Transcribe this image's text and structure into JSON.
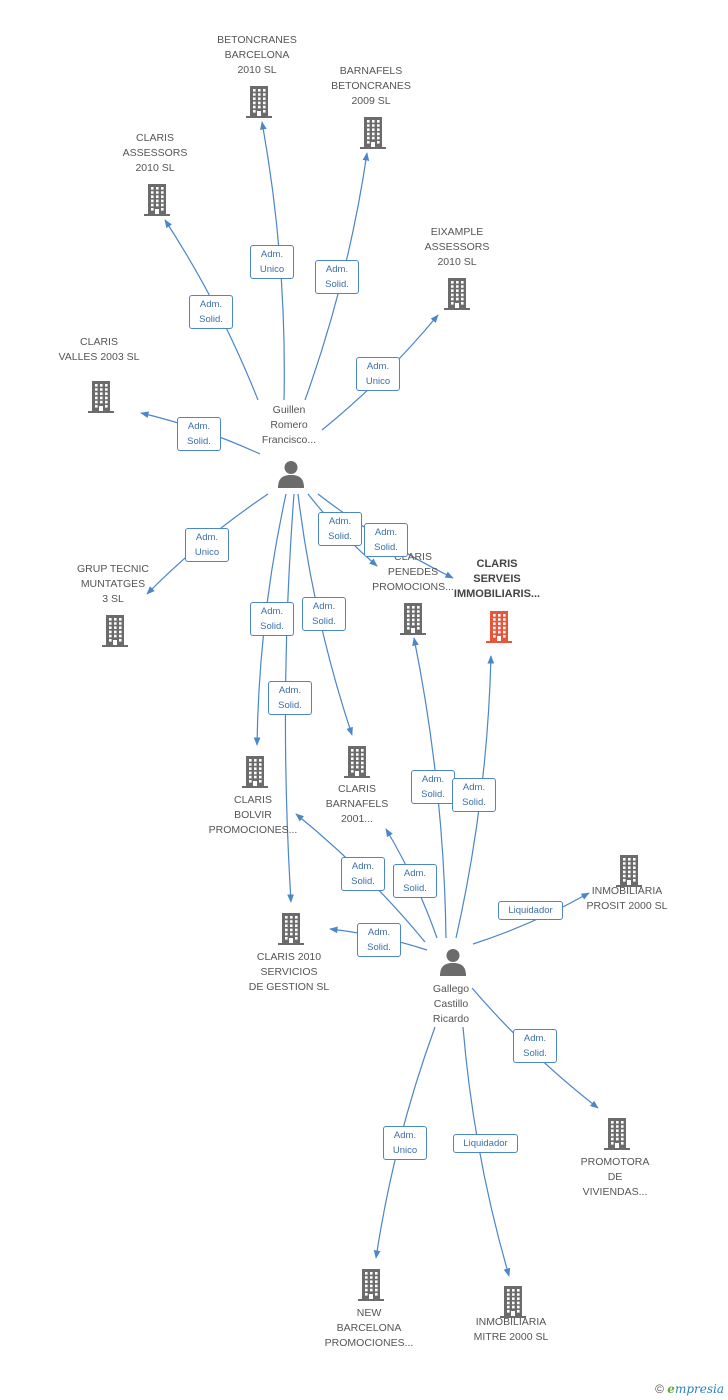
{
  "colors": {
    "edge": "#4a86c8",
    "company_icon": "#6b6b6b",
    "highlight_icon": "#e8563a",
    "person_icon": "#6b6b6b"
  },
  "nodes": [
    {
      "id": "betoncranes",
      "type": "company",
      "label": "BETONCRANES\nBARCELONA\n2010 SL"
    },
    {
      "id": "barnafels_beton",
      "type": "company",
      "label": "BARNAFELS\nBETONCRANES\n2009 SL"
    },
    {
      "id": "claris_assessors",
      "type": "company",
      "label": "CLARIS\nASSESSORS\n2010 SL"
    },
    {
      "id": "eixample",
      "type": "company",
      "label": "EIXAMPLE\nASSESSORS\n2010 SL"
    },
    {
      "id": "claris_valles",
      "type": "company",
      "label": "CLARIS\nVALLES 2003 SL"
    },
    {
      "id": "guillen",
      "type": "person",
      "label": "Guillen\nRomero\nFrancisco..."
    },
    {
      "id": "grup_tecnic",
      "type": "company",
      "label": "GRUP TECNIC\nMUNTATGES\n3 SL"
    },
    {
      "id": "claris_penedes",
      "type": "company",
      "label": "CLARIS\nPENEDES\nPROMOCIONS..."
    },
    {
      "id": "claris_serveis",
      "type": "company",
      "highlight": true,
      "label": "CLARIS\nSERVEIS\nIMMOBILIARIS..."
    },
    {
      "id": "claris_bolvir",
      "type": "company",
      "label": "CLARIS\nBOLVIR\nPROMOCIONES..."
    },
    {
      "id": "claris_barnafels",
      "type": "company",
      "label": "CLARIS\nBARNAFELS\n2001..."
    },
    {
      "id": "inmob_prosit",
      "type": "company",
      "label": "INMOBILIARIA\nPROSIT 2000 SL"
    },
    {
      "id": "claris_2010",
      "type": "company",
      "label": "CLARIS 2010\nSERVICIOS\nDE GESTION SL"
    },
    {
      "id": "gallego",
      "type": "person",
      "label": "Gallego\nCastillo\nRicardo"
    },
    {
      "id": "promotora",
      "type": "company",
      "label": "PROMOTORA\nDE\nVIVIENDAS..."
    },
    {
      "id": "new_barcelona",
      "type": "company",
      "label": "NEW\nBARCELONA\nPROMOCIONES..."
    },
    {
      "id": "inmob_mitre",
      "type": "company",
      "label": "INMOBILIARIA\nMITRE 2000 SL"
    }
  ],
  "edges": [
    {
      "from": "guillen",
      "to": "betoncranes",
      "label": "Adm.\nUnico"
    },
    {
      "from": "guillen",
      "to": "barnafels_beton",
      "label": "Adm.\nSolid."
    },
    {
      "from": "guillen",
      "to": "claris_assessors",
      "label": "Adm.\nSolid."
    },
    {
      "from": "guillen",
      "to": "eixample",
      "label": "Adm.\nUnico"
    },
    {
      "from": "guillen",
      "to": "claris_valles",
      "label": "Adm.\nSolid."
    },
    {
      "from": "guillen",
      "to": "grup_tecnic",
      "label": "Adm.\nUnico"
    },
    {
      "from": "guillen",
      "to": "claris_penedes",
      "label": "Adm.\nSolid."
    },
    {
      "from": "guillen",
      "to": "claris_serveis",
      "label": "Adm.\nSolid."
    },
    {
      "from": "guillen",
      "to": "claris_bolvir",
      "label": "Adm.\nSolid."
    },
    {
      "from": "guillen",
      "to": "claris_barnafels",
      "label": "Adm.\nSolid."
    },
    {
      "from": "guillen",
      "to": "claris_2010",
      "label": "Adm.\nSolid."
    },
    {
      "from": "gallego",
      "to": "claris_penedes",
      "label": "Adm.\nSolid."
    },
    {
      "from": "gallego",
      "to": "claris_serveis",
      "label": "Adm.\nSolid."
    },
    {
      "from": "gallego",
      "to": "claris_bolvir",
      "label": "Adm.\nSolid."
    },
    {
      "from": "gallego",
      "to": "claris_barnafels",
      "label": "Adm.\nSolid."
    },
    {
      "from": "gallego",
      "to": "inmob_prosit",
      "label": "Liquidador"
    },
    {
      "from": "gallego",
      "to": "claris_2010",
      "label": "Adm.\nSolid."
    },
    {
      "from": "gallego",
      "to": "promotora",
      "label": "Adm.\nSolid."
    },
    {
      "from": "gallego",
      "to": "new_barcelona",
      "label": "Adm.\nUnico"
    },
    {
      "from": "gallego",
      "to": "inmob_mitre",
      "label": "Liquidador"
    }
  ],
  "copyright": {
    "symbol": "©",
    "brand_first": "e",
    "brand_rest": "mpresia"
  }
}
